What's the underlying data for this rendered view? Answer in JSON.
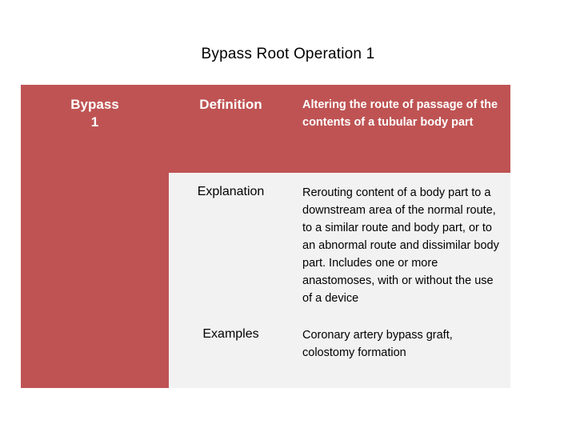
{
  "slide": {
    "title": "Bypass Root Operation 1",
    "table": {
      "left_label": "Bypass\n1",
      "left_label_line1": "Bypass",
      "left_label_line2": "1",
      "rows": [
        {
          "term": "Definition",
          "text": "Altering the route of passage of the contents of a tubular body part"
        },
        {
          "term": "Explanation",
          "text": "Rerouting content of a body part to a downstream area of the normal route, to a similar route and body part, or to an abnormal route and dissimilar body part.  Includes one or more anastomoses, with or without the use of a device"
        },
        {
          "term": "Examples",
          "text": "Coronary artery bypass graft, colostomy formation"
        }
      ]
    },
    "colors": {
      "accent": "#bf5353",
      "light_row": "#f2f2f2",
      "header_text": "#ffffff",
      "body_text": "#000000",
      "page_background": "#ffffff"
    }
  }
}
